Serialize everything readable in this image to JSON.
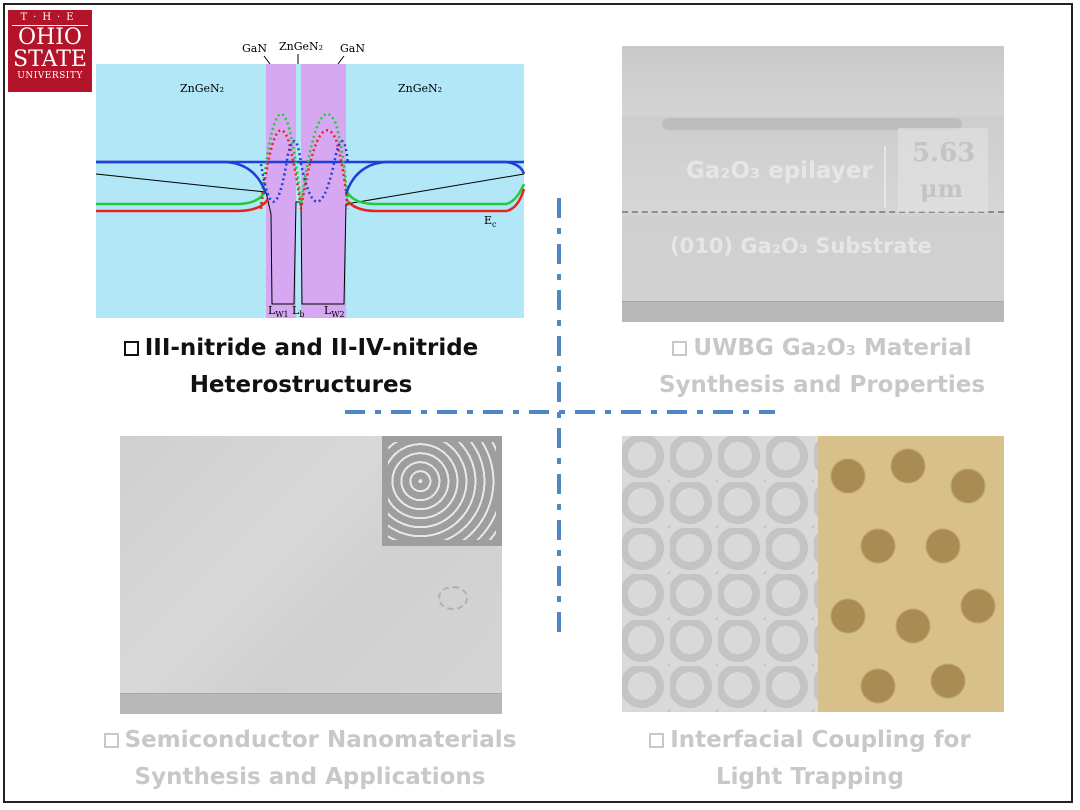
{
  "logo": {
    "line1": "T·H·E",
    "line2": "OHIO",
    "line3": "STATE",
    "line4": "UNIVERSITY"
  },
  "panel1": {
    "labels": {
      "gan_left": "GaN",
      "zngen2_top": "ZnGeN₂",
      "gan_right": "GaN",
      "zngen2_left": "ZnGeN₂",
      "zngen2_right": "ZnGeN₂",
      "ec": "E",
      "ec_sub": "c",
      "lw1": "L",
      "lw1_sub": "W1",
      "lb": "L",
      "lb_sub": "b",
      "lw2": "L",
      "lw2_sub": "W2"
    },
    "caption_line1": "III-nitride and II-IV-nitride",
    "caption_line2": "Heterostructures"
  },
  "panel2": {
    "epilayer": "Ga₂O₃ epilayer",
    "thickness_value": "5.63",
    "thickness_unit": "μm",
    "substrate": "(010) Ga₂O₃ Substrate",
    "caption_line1": "UWBG Ga₂O₃ Material",
    "caption_line2": "Synthesis and Properties"
  },
  "panel3": {
    "caption_line1": "Semiconductor Nanomaterials",
    "caption_line2": "Synthesis and Applications"
  },
  "panel4": {
    "caption_line1": "Interfacial Coupling for",
    "caption_line2": "Light Trapping"
  },
  "colors": {
    "ohio_red": "#b3142a",
    "divider_blue": "#4f86c6",
    "band_bg": "#b1e7f7",
    "well_purple": "#d6a8f2"
  }
}
